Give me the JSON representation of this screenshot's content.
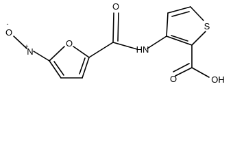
{
  "molecule": {
    "atoms": {
      "o_nitro": {
        "label": "O",
        "charge": "-"
      },
      "n_nitro": {
        "label": "N",
        "charge": "+"
      },
      "o_furan": {
        "label": "O"
      },
      "o_amide": {
        "label": "O"
      },
      "n_amide": {
        "label": "HN"
      },
      "s_thio": {
        "label": "S"
      },
      "o_acid_carbonyl": {
        "label": "O"
      },
      "oh_acid": {
        "label": "OH"
      }
    }
  },
  "colors": {
    "bond": "#000000",
    "text": "#000000",
    "background": "#ffffff"
  }
}
